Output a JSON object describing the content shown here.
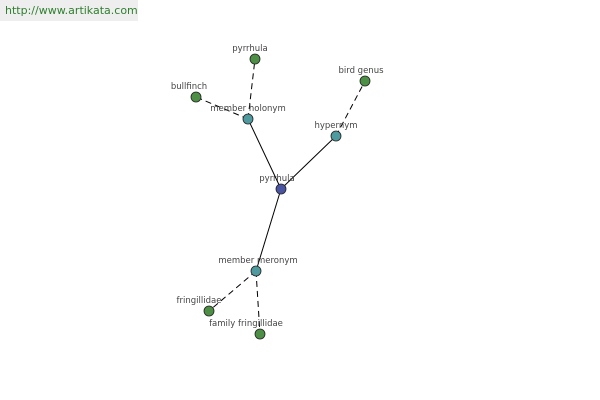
{
  "watermark": {
    "text": "http://www.artikata.com"
  },
  "colors": {
    "root": "#4a55a2",
    "relation": "#4f9a9f",
    "leaf": "#4d8f44",
    "edge": "#000000"
  },
  "nodes": [
    {
      "id": "root",
      "label": "pyrrhula",
      "kind": "root"
    },
    {
      "id": "holonym",
      "label": "member holonym",
      "kind": "relation"
    },
    {
      "id": "hypernym",
      "label": "hypernym",
      "kind": "relation"
    },
    {
      "id": "meronym",
      "label": "member meronym",
      "kind": "relation"
    },
    {
      "id": "leaf-pyrrhula",
      "label": "pyrrhula",
      "kind": "leaf"
    },
    {
      "id": "leaf-bullfinch",
      "label": "bullfinch",
      "kind": "leaf"
    },
    {
      "id": "leaf-birdgenus",
      "label": "bird genus",
      "kind": "leaf"
    },
    {
      "id": "leaf-fringillidae",
      "label": "fringillidae",
      "kind": "leaf"
    },
    {
      "id": "leaf-family",
      "label": "family fringillidae",
      "kind": "leaf"
    }
  ],
  "edges": [
    {
      "from": "root",
      "to": "holonym",
      "style": "solid"
    },
    {
      "from": "root",
      "to": "hypernym",
      "style": "solid"
    },
    {
      "from": "root",
      "to": "meronym",
      "style": "solid"
    },
    {
      "from": "holonym",
      "to": "leaf-pyrrhula",
      "style": "dashed"
    },
    {
      "from": "holonym",
      "to": "leaf-bullfinch",
      "style": "dashed"
    },
    {
      "from": "hypernym",
      "to": "leaf-birdgenus",
      "style": "dashed"
    },
    {
      "from": "meronym",
      "to": "leaf-fringillidae",
      "style": "dashed"
    },
    {
      "from": "meronym",
      "to": "leaf-family",
      "style": "dashed"
    }
  ]
}
